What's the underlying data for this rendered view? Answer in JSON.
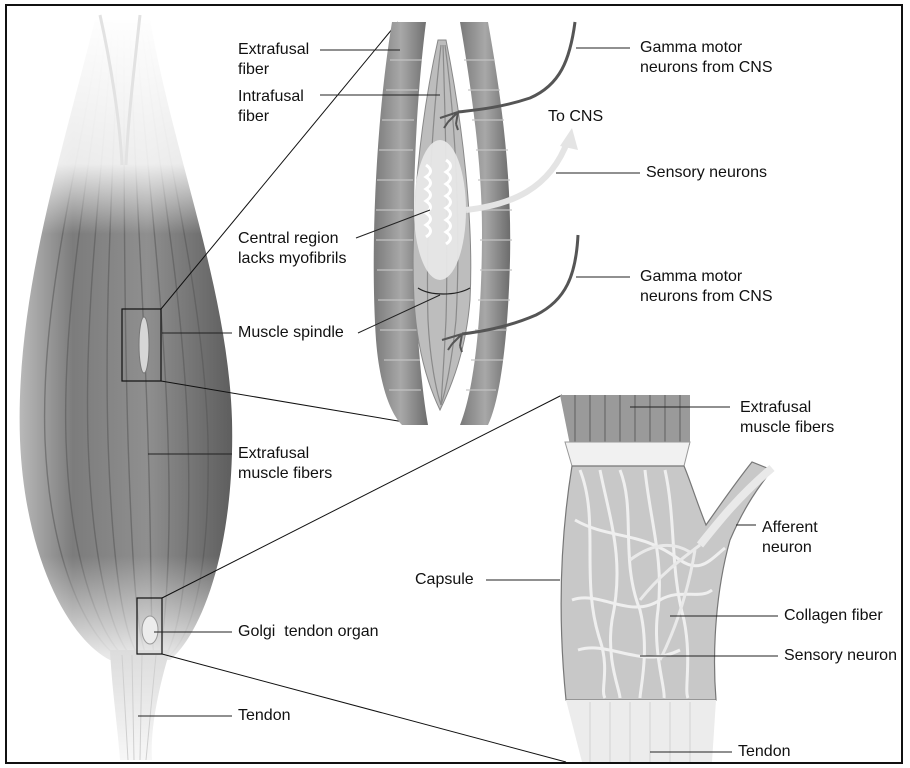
{
  "labels": {
    "extrafusal_fiber": [
      "Extrafusal",
      "fiber"
    ],
    "intrafusal_fiber": [
      "Intrafusal",
      "fiber"
    ],
    "gamma_top": [
      "Gamma motor",
      "neurons from CNS"
    ],
    "to_cns": "To CNS",
    "sensory_neurons": "Sensory neurons",
    "central_region": [
      "Central region",
      "lacks myofibrils"
    ],
    "gamma_bottom": [
      "Gamma motor",
      "neurons from CNS"
    ],
    "muscle_spindle": "Muscle spindle",
    "extrafusal_muscle_fibers_left": [
      "Extrafusal",
      "muscle fibers"
    ],
    "extrafusal_muscle_fibers_right": [
      "Extrafusal",
      "muscle fibers"
    ],
    "afferent_neuron": [
      "Afferent",
      "neuron"
    ],
    "capsule": "Capsule",
    "collagen_fiber": "Collagen fiber",
    "golgi_tendon_organ": "Golgi  tendon organ",
    "sensory_neuron": "Sensory neuron",
    "tendon_left": "Tendon",
    "tendon_right": "Tendon"
  },
  "colors": {
    "muscle": "#8a8a8a",
    "muscle_dark": "#5f5f5f",
    "tendon": "#e4e4e4",
    "neuron": "#6a6a6a",
    "sensory": "#e9e9e9",
    "line": "#222222"
  }
}
